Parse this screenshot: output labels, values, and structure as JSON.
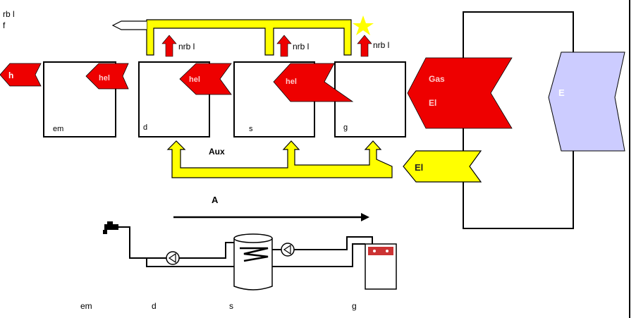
{
  "labels": {
    "top_left_1": "rb l",
    "top_left_2": "f",
    "nrbl_1": "nrb l",
    "nrbl_2": "nrb l",
    "nrbl_3": "nrb l",
    "arrow_h": "h",
    "arrow_hel_1": "hel",
    "arrow_hel_2": "hel",
    "arrow_hel_3": "hel",
    "gas": "Gas",
    "el_red": "El",
    "el_yellow": "El",
    "e_label": "E",
    "aux": "Aux",
    "a_label": "A",
    "box_em": "em",
    "box_d": "d",
    "box_s": "s",
    "box_g": "g",
    "bottom_em": "em",
    "bottom_d": "d",
    "bottom_s": "s",
    "bottom_g": "g"
  },
  "colors": {
    "red": "#ee0000",
    "yellow": "#ffff00",
    "lavender": "#ccccff",
    "line": "#000000"
  }
}
